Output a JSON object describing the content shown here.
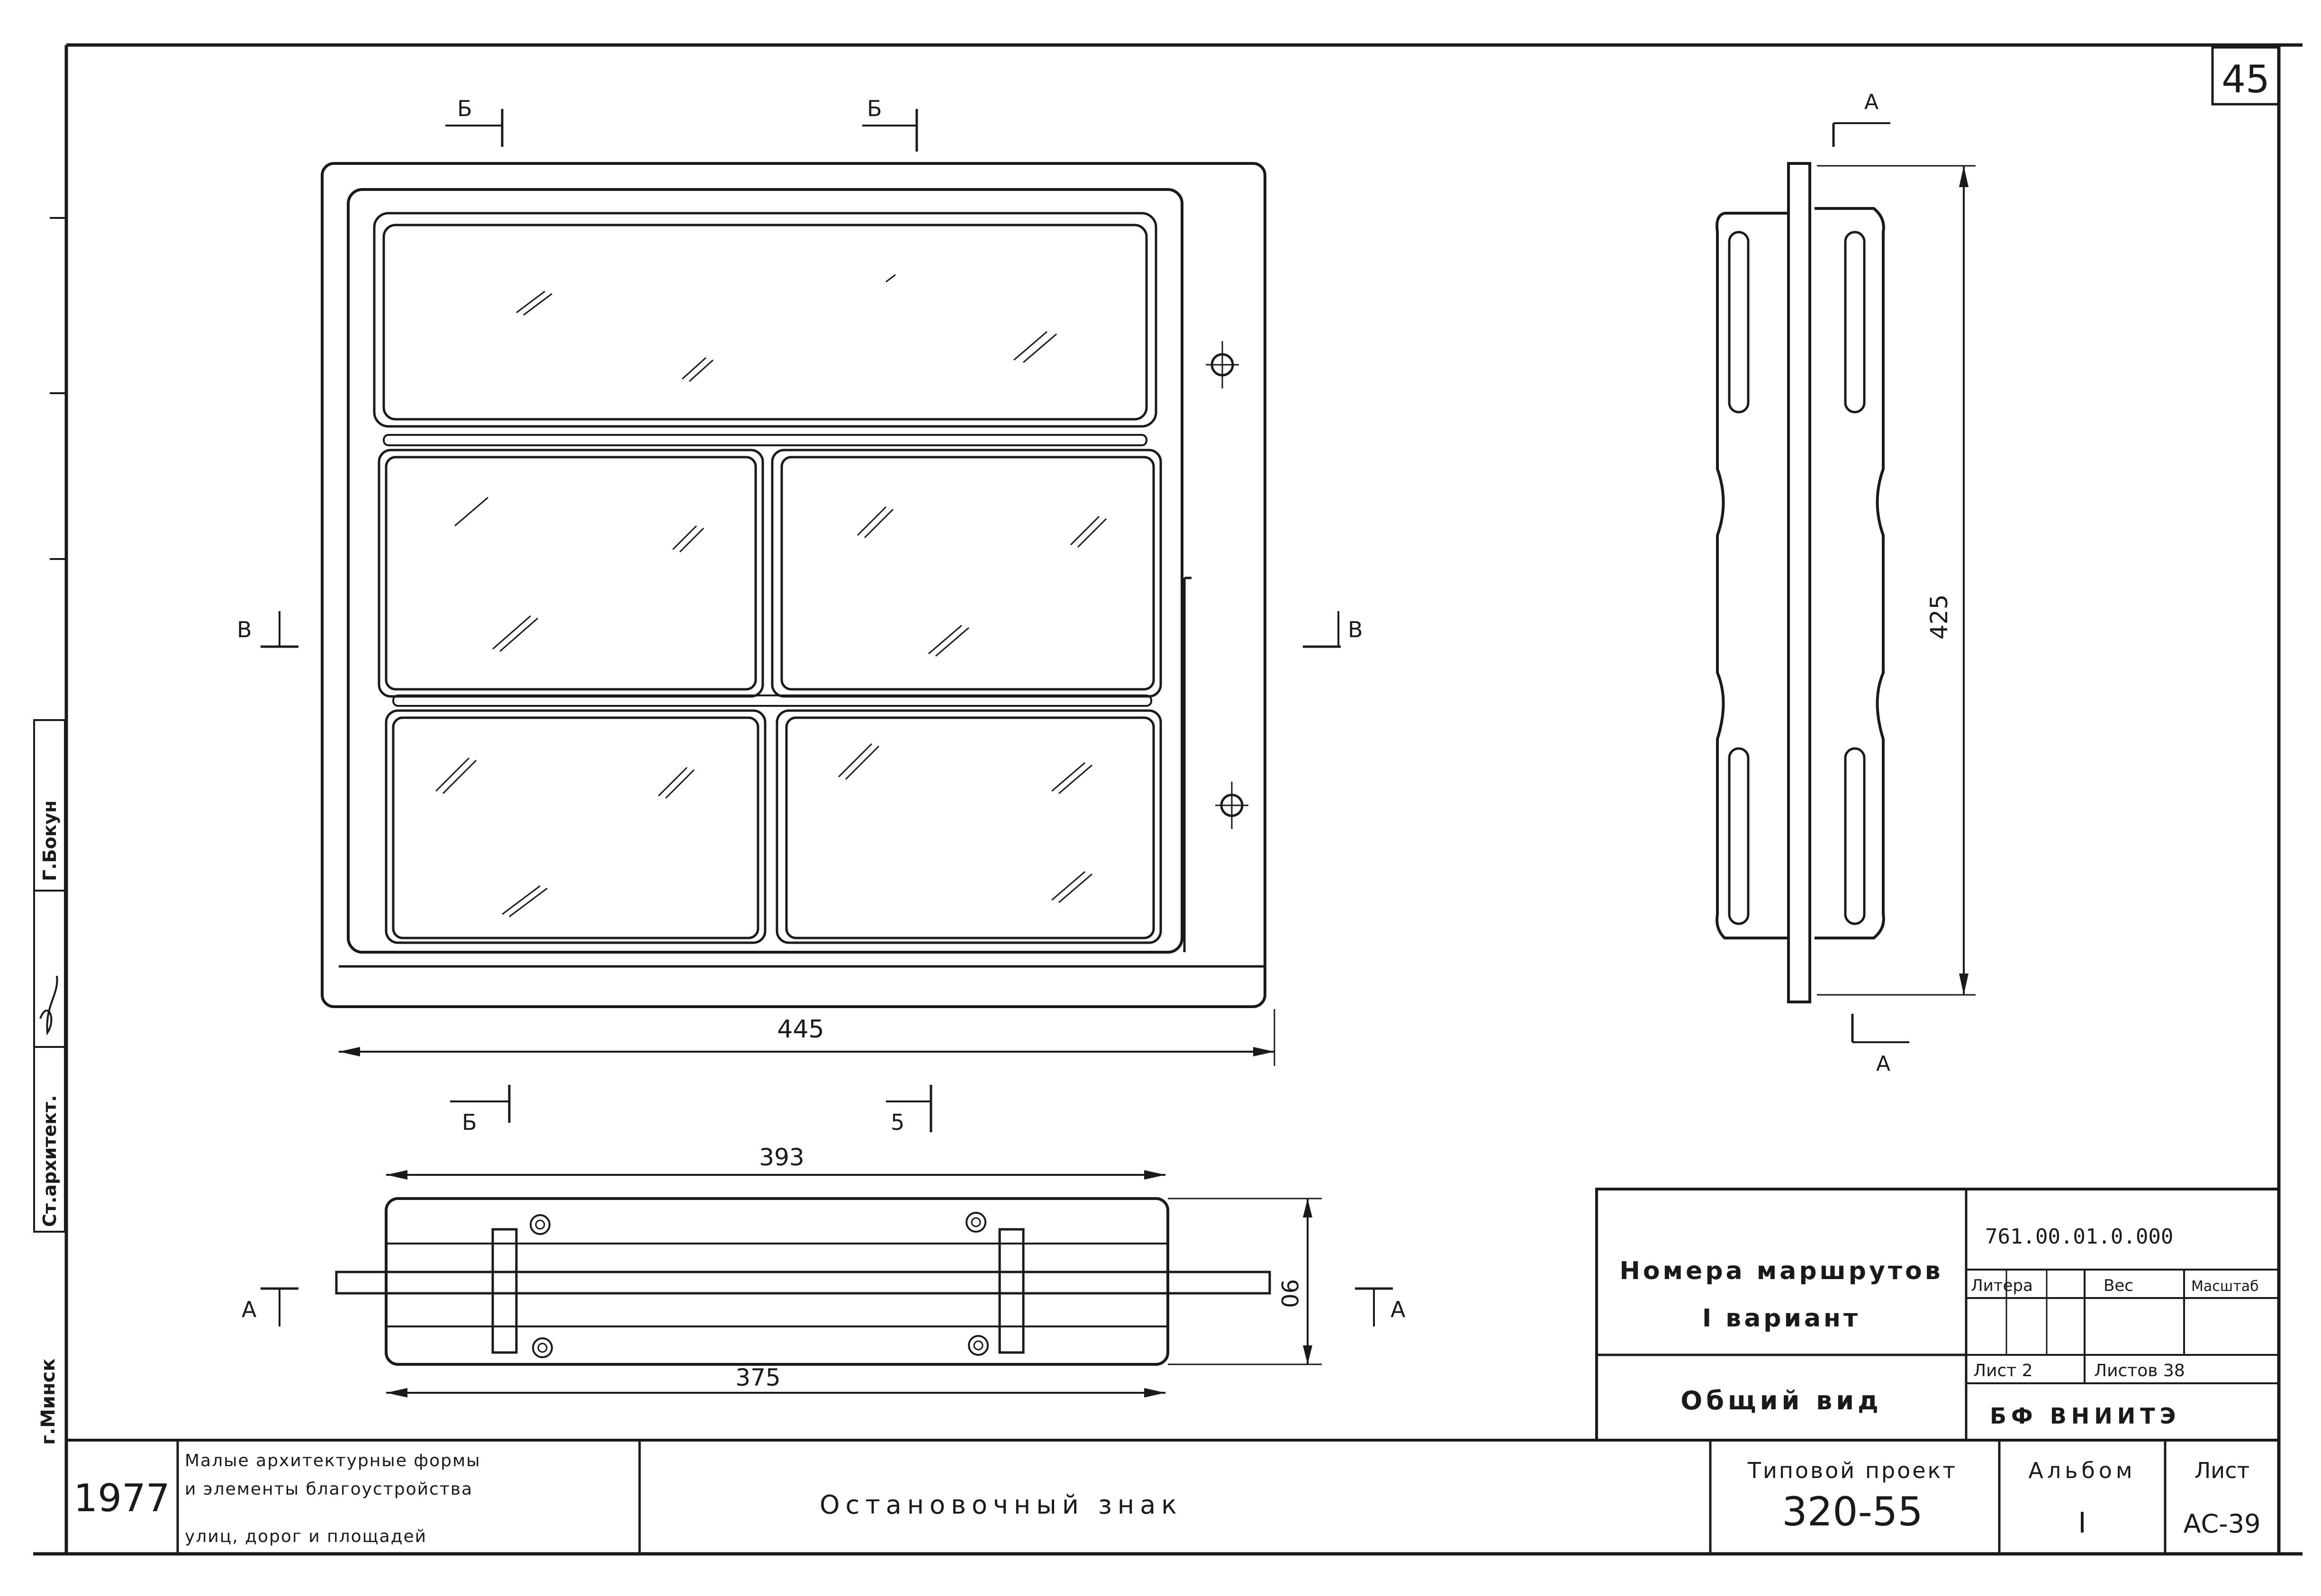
{
  "sheet": {
    "number": "45"
  },
  "drawing": {
    "dimensions": {
      "height": "425",
      "width": "445",
      "length_top": "393",
      "length_bottom": "375",
      "depth": "90"
    },
    "section_marks": {
      "a": "А",
      "b": "Б",
      "b_alt": "5",
      "v": "В"
    }
  },
  "stamp": {
    "title": "Номера маршрутов",
    "variant": "I вариант",
    "view": "Общий вид",
    "code": "761.00.01.0.000",
    "litera_label": "Литера",
    "weight_label": "Вес",
    "scale_label": "Масштаб",
    "sheet_label": "Лист 2",
    "sheets_label": "Листов 38",
    "org": "БФ ВНИИТЭ",
    "year": "1977",
    "series_line1": "Малые архитектурные формы",
    "series_line2": "и элементы благоустройства",
    "series_line3": "улиц, дорог и площадей",
    "object_name": "Остановочный знак",
    "project_label": "Типовой проект",
    "project_number": "320-55",
    "album_label": "Альбом",
    "album_number": "I",
    "list_label": "Лист",
    "list_number": "АС-39"
  },
  "side_panel": {
    "city": "г.Минск",
    "role": "Ст.архитект.",
    "name": "Г.Бокун"
  }
}
